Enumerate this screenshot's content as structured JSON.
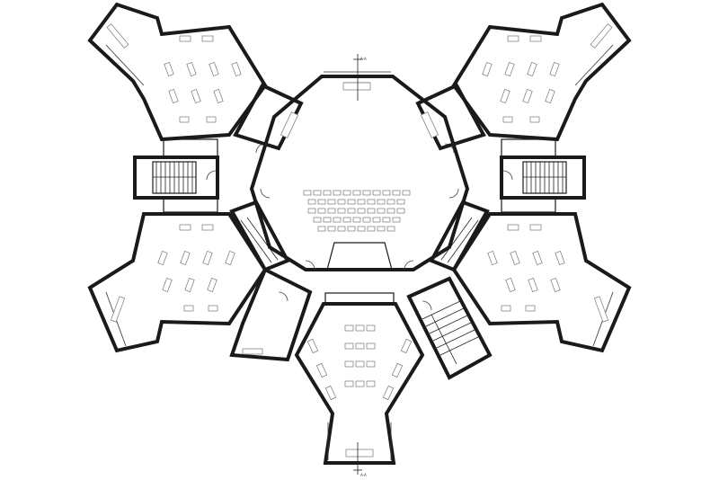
{
  "section_marks": [
    {
      "id": "section-mark-top",
      "label": "A-A"
    },
    {
      "id": "section-mark-bottom",
      "label": "A-A"
    }
  ],
  "colors": {
    "line": "#1a1a1a",
    "furniture": "#777777",
    "background": "#ffffff"
  }
}
